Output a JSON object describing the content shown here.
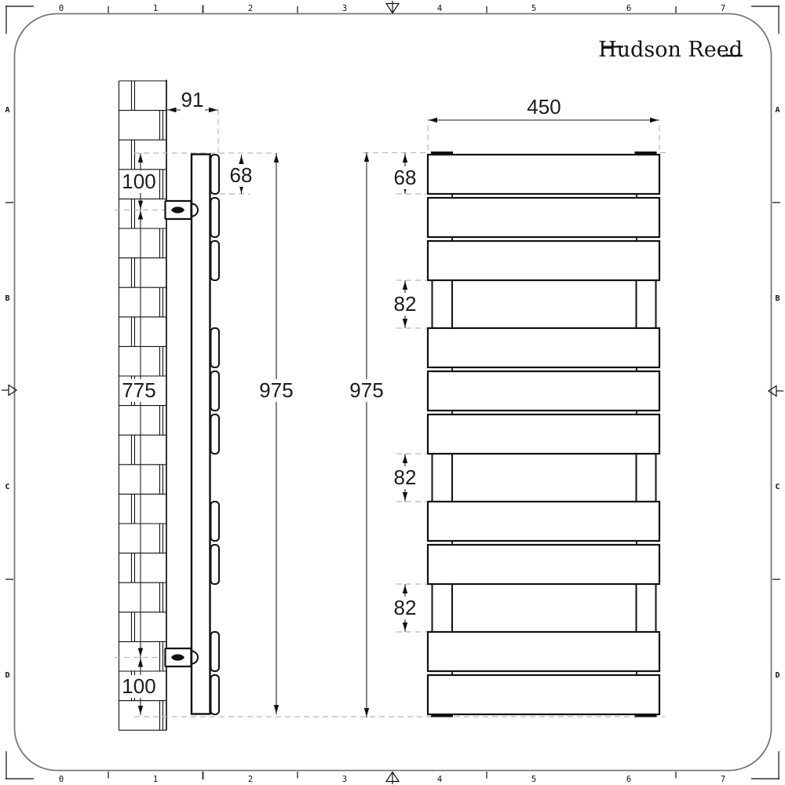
{
  "frame": {
    "h": [
      "0",
      "1",
      "2",
      "3",
      "4",
      "5",
      "6",
      "7"
    ],
    "v": [
      "A",
      "B",
      "C",
      "D"
    ]
  },
  "logo": "Hudson Reed",
  "side_view": {
    "depth": "91",
    "top_fixing": "100",
    "panel_height": "68",
    "fixing_centres": "775",
    "overall_height": "975",
    "bottom_fixing": "100"
  },
  "front_view": {
    "overall_width": "450",
    "panel_height": "68",
    "gap_1": "82",
    "gap_2": "82",
    "gap_3": "82",
    "overall_height": "975"
  }
}
